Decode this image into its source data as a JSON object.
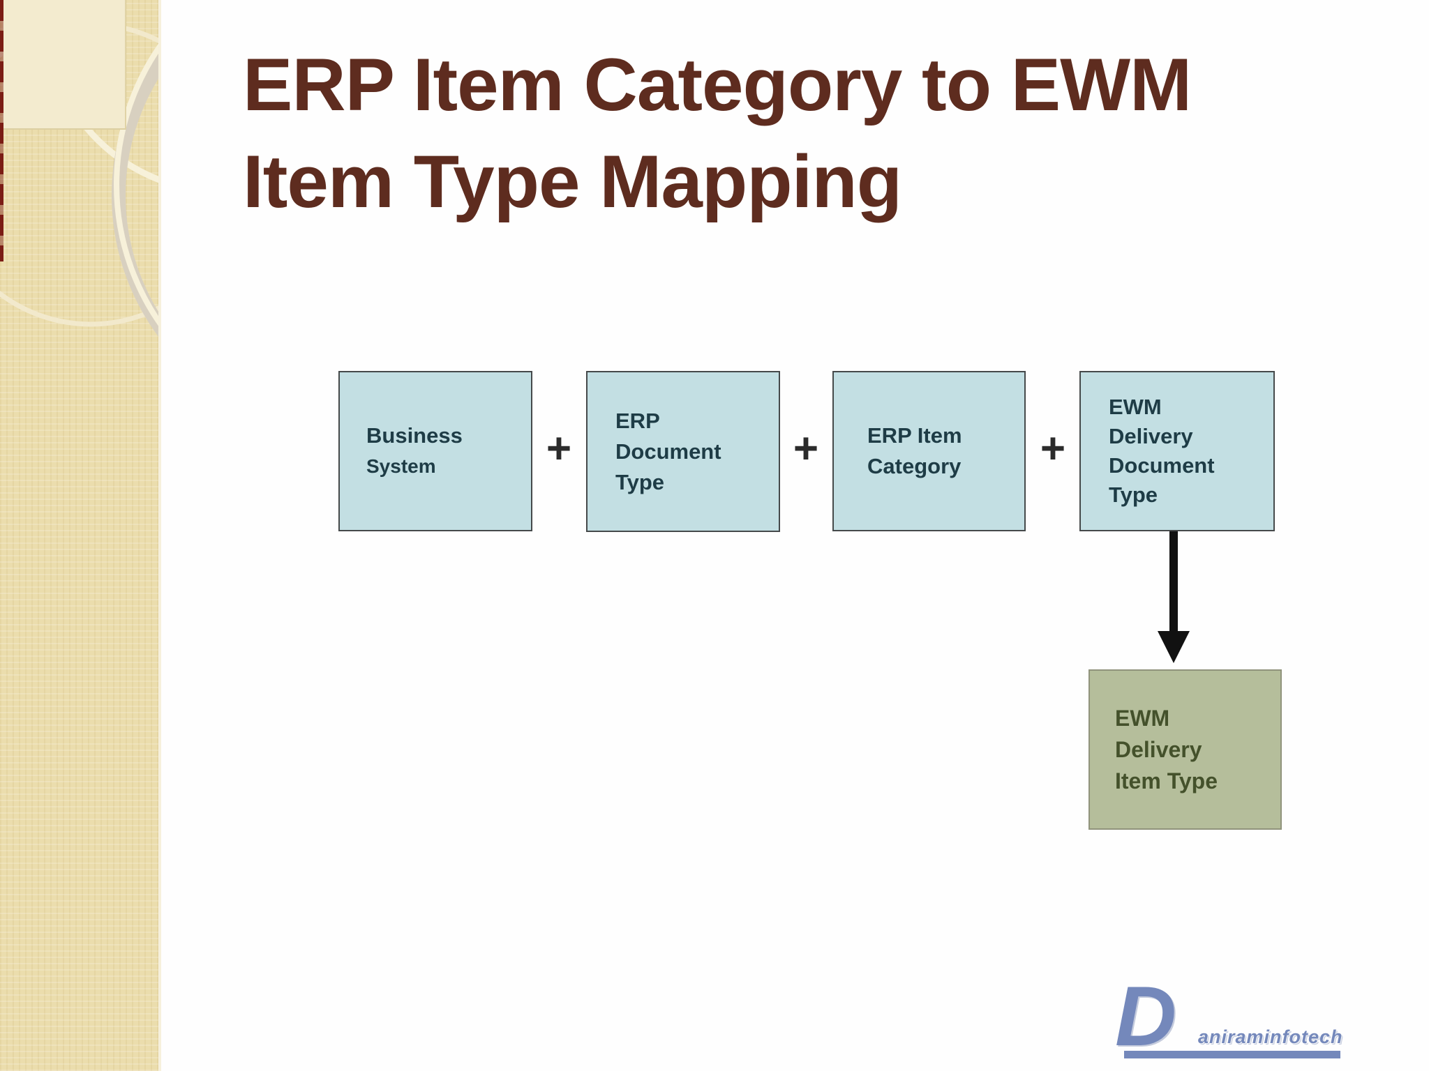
{
  "slide": {
    "title_line1": "ERP Item Category to EWM",
    "title_line2": "Item Type Mapping"
  },
  "diagram": {
    "operator": "+",
    "input_boxes": [
      {
        "id": "business-system",
        "lines": [
          "Business",
          "System"
        ]
      },
      {
        "id": "erp-document-type",
        "lines": [
          "ERP",
          "Document",
          "Type"
        ]
      },
      {
        "id": "erp-item-category",
        "lines": [
          "ERP Item",
          "Category"
        ]
      },
      {
        "id": "ewm-delivery-document-type",
        "lines": [
          "EWM",
          "Delivery",
          "Document",
          "Type"
        ]
      }
    ],
    "result_box": {
      "id": "ewm-delivery-item-type",
      "lines": [
        "EWM",
        "Delivery",
        "Item Type"
      ]
    },
    "arrow_direction": "down"
  },
  "branding": {
    "logo_initial": "D",
    "logo_text": "aniraminfotech"
  },
  "colors": {
    "title_text": "#5E2C1F",
    "input_box_fill": "#C3DFE3",
    "input_box_text": "#1E3C46",
    "result_box_fill": "#B5BE9B",
    "result_box_text": "#44512B",
    "arrow": "#111111",
    "logo_blue": "#7488BB",
    "sidebar_beige": "#EBDDAD"
  }
}
